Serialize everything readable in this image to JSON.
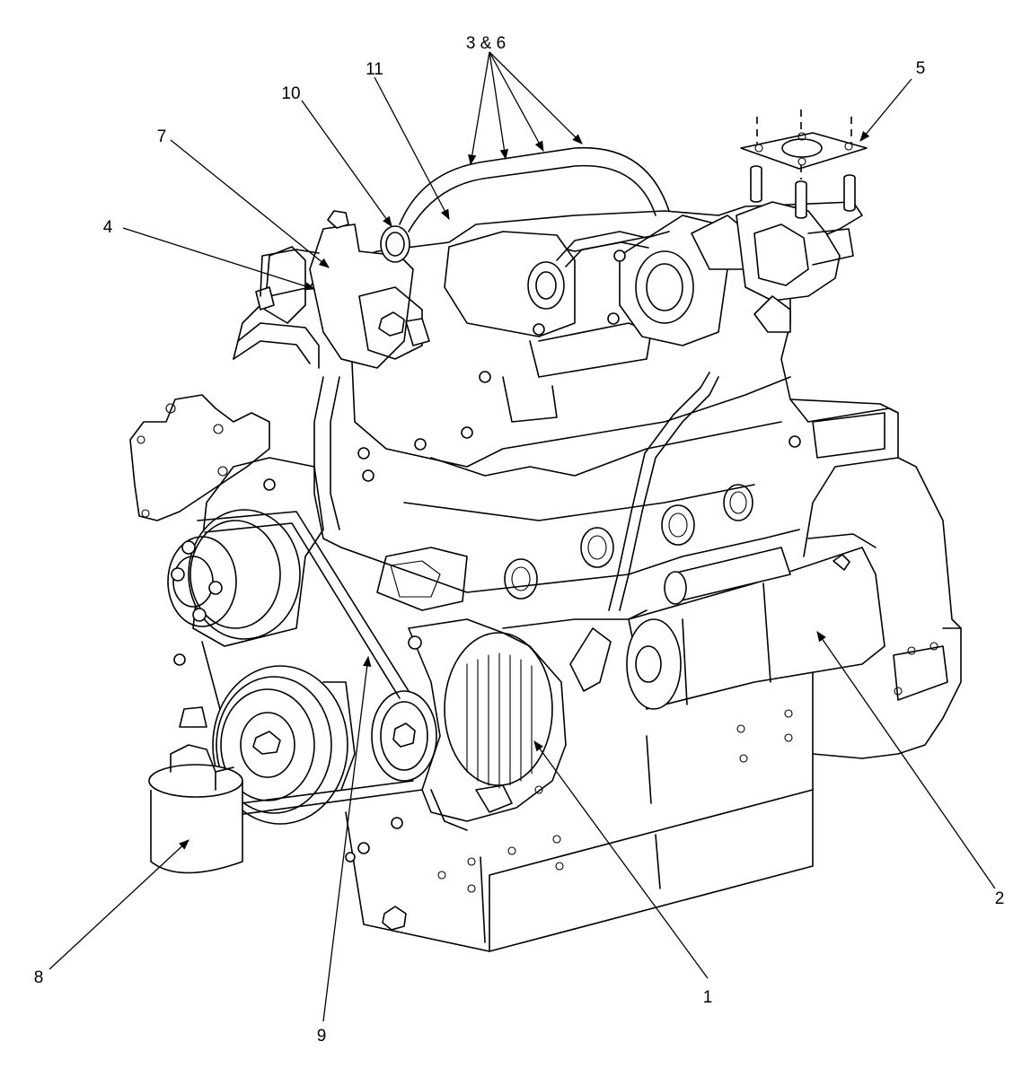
{
  "callouts": {
    "c1": "1",
    "c2": "2",
    "c3_6": "3 &  6",
    "c4": "4",
    "c5": "5",
    "c7": "7",
    "c8": "8",
    "c9": "9",
    "c10": "10",
    "c11": "11"
  },
  "colors": {
    "line": "#000000",
    "background": "#ffffff"
  }
}
